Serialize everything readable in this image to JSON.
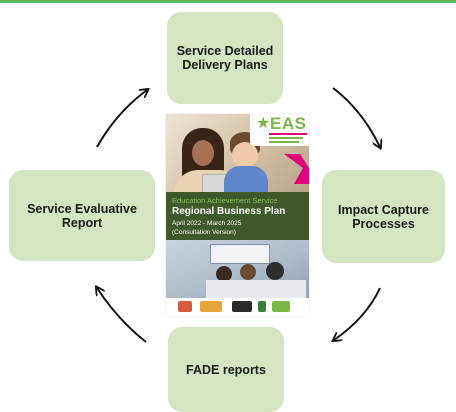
{
  "boxes": {
    "top": "Service Detailed Delivery Plans",
    "right": "Impact Capture Processes",
    "bottom": "FADE reports",
    "left": "Service Evaluative Report"
  },
  "cover": {
    "logo": "EAS",
    "service": "Education Achievement Service",
    "title": "Regional Business Plan",
    "dates": "April 2022 - March 2025",
    "version": "(Consultation Version)"
  },
  "colors": {
    "box_fill": "#d3e6c1",
    "top_bar": "#5cb85c",
    "cover_band": "#3e5a2b",
    "eas_green": "#7ab648",
    "accent_pink": "#e0007a",
    "accent_yellow": "#f7c21a"
  }
}
